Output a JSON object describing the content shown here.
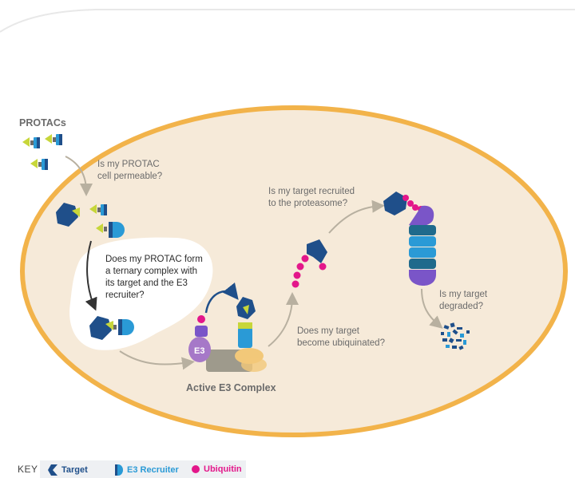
{
  "labels": {
    "protacs": "PROTACs",
    "q_permeable_1": "Is my PROTAC",
    "q_permeable_2": "cell permeable?",
    "q_ternary_1": "Does my PROTAC form",
    "q_ternary_2": "a ternary complex with",
    "q_ternary_3": "its target and the E3",
    "q_ternary_4": "recruiter?",
    "q_proteasome_1": "Is my target recruited",
    "q_proteasome_2": "to the proteasome?",
    "q_ubiquinated_1": "Does my target",
    "q_ubiquinated_2": "become ubiquinated?",
    "q_degraded_1": "Is my target",
    "q_degraded_2": "degraded?",
    "e3_badge": "E3",
    "active_complex": "Active E3 Complex"
  },
  "key": {
    "title": "KEY",
    "target": "Target",
    "e3_recruiter": "E3 Recruiter",
    "ubiquitin": "Ubiquitin"
  },
  "colors": {
    "cell_fill": "#f6ead9",
    "cell_border": "#f2b34a",
    "target": "#1f4f8a",
    "e3_recruiter": "#2a9ad6",
    "ubiquitin": "#e3178a",
    "linker": "#c7d63a",
    "e3_ligase": "#a678c8",
    "complex_base": "#9e9a8c",
    "complex_partner": "#f2c879",
    "arrow": "#b8b0a0"
  }
}
